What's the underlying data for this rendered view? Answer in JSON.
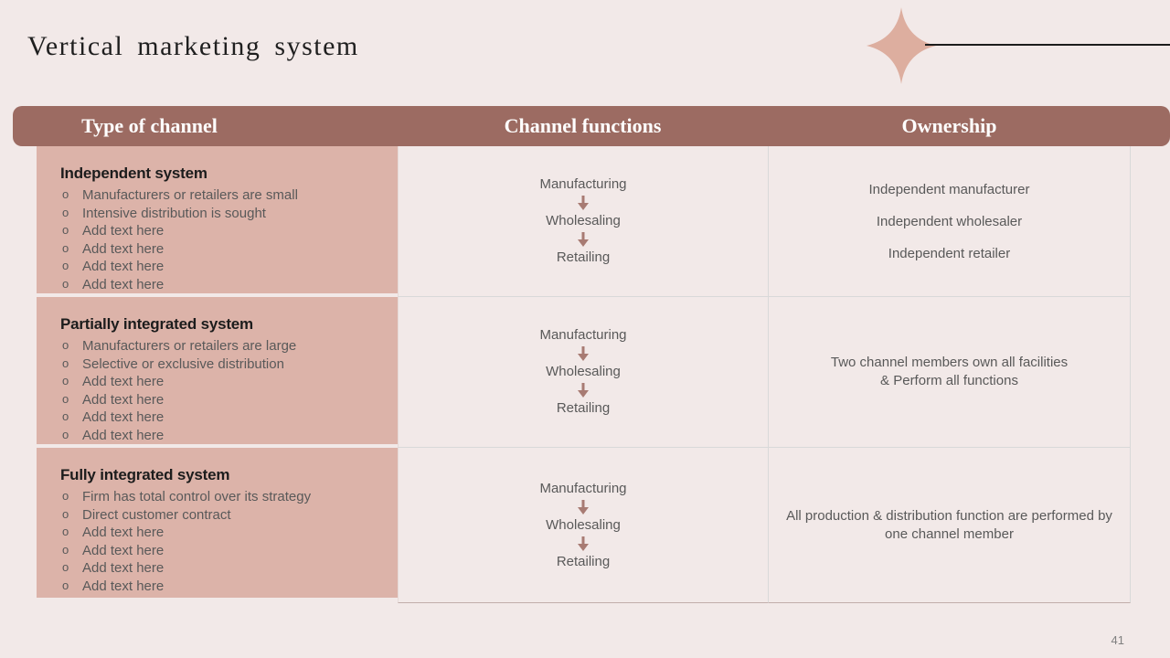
{
  "page": {
    "title": "Vertical marketing system",
    "page_number": "41"
  },
  "colors": {
    "page_bg": "#f2e9e8",
    "header_bg": "#9c6b62",
    "row_header_bg": "#dcb3a9",
    "arrow": "#a87b73",
    "body_text": "#595959",
    "decor_star": "#ddae9f",
    "decor_line": "#1c1c1c"
  },
  "table": {
    "headers": [
      "Type of channel",
      "Channel functions",
      "Ownership"
    ],
    "rows": [
      {
        "type_heading": "Independent system",
        "type_bullets": [
          "Manufacturers  or retailers are small",
          "Intensive  distribution  is sought",
          "Add text  here",
          "Add text  here",
          "Add text  here",
          "Add text  here"
        ],
        "functions": [
          "Manufacturing",
          "Wholesaling",
          "Retailing"
        ],
        "ownership_lines": [
          "Independent  manufacturer",
          "Independent  wholesaler",
          "Independent  retailer"
        ]
      },
      {
        "type_heading": "Partially integrated system",
        "type_bullets": [
          "Manufacturers  or retailers are large",
          "Selective or exclusive  distribution",
          "Add text  here",
          "Add text  here",
          "Add text  here",
          "Add text  here"
        ],
        "functions": [
          "Manufacturing",
          "Wholesaling",
          "Retailing"
        ],
        "ownership_lines": [
          "Two  channel  members  own  all facilities",
          "& Perform all functions"
        ]
      },
      {
        "type_heading": "Fully integrated system",
        "type_bullets": [
          "Firm has  total  control  over its strategy",
          "Direct customer  contract",
          "Add text  here",
          "Add text  here",
          "Add text  here",
          "Add text  here"
        ],
        "functions": [
          "Manufacturing",
          "Wholesaling",
          "Retailing"
        ],
        "ownership_lines": [
          "All production & distribution  function  are performed  by",
          "one channel  member"
        ]
      }
    ]
  }
}
